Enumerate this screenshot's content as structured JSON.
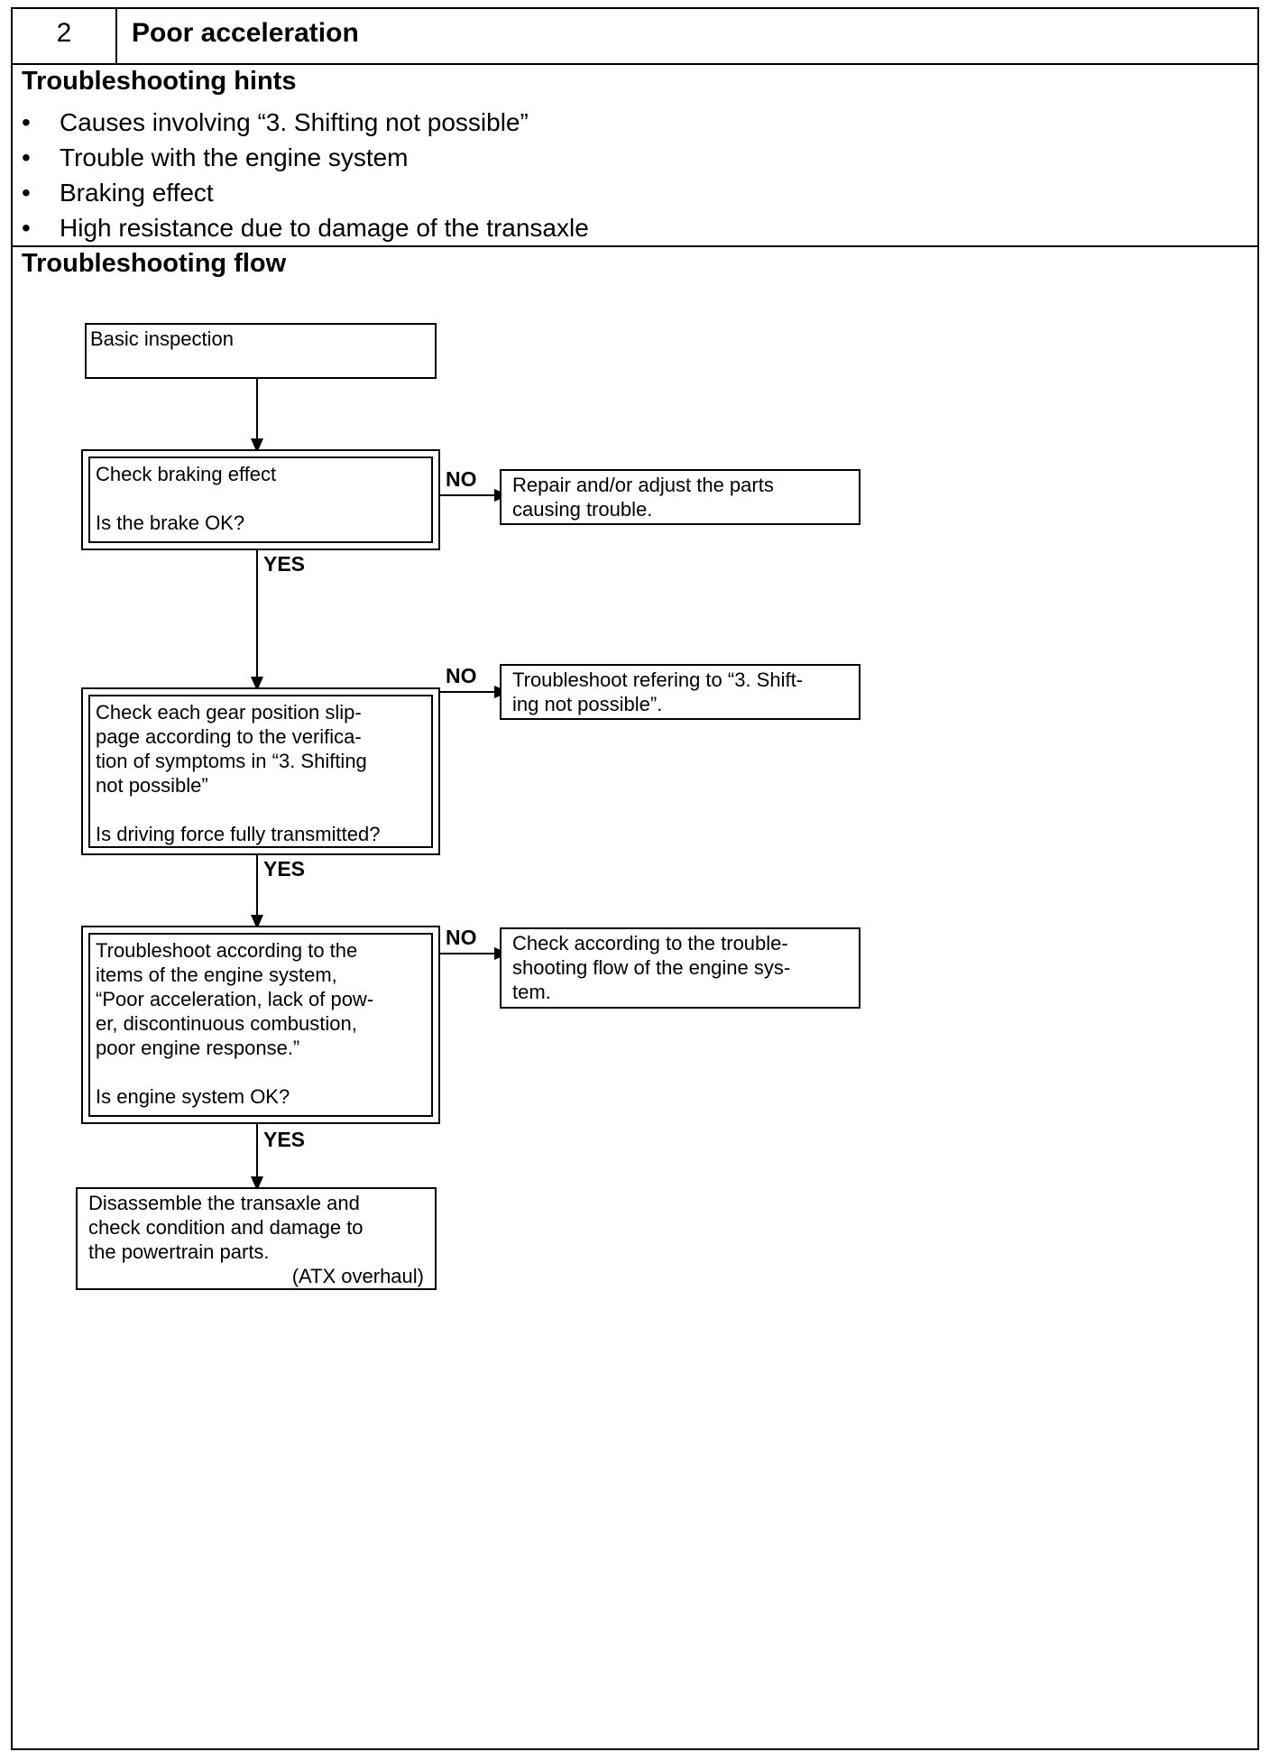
{
  "header": {
    "number": "2",
    "title": "Poor acceleration"
  },
  "hints": {
    "title": "Troubleshooting hints",
    "bullet": "•",
    "items": [
      "Causes involving “3. Shifting not possible”",
      "Trouble with the engine system",
      "Braking effect",
      "High resistance due to damage of the transaxle"
    ]
  },
  "flow": {
    "title": "Troubleshooting flow",
    "basic": "Basic inspection",
    "step1": {
      "text": "Check braking effect\n\nIs the brake OK?",
      "no_action": "Repair and/or adjust the parts\ncausing trouble."
    },
    "step2": {
      "text": "Check each gear position slip-\npage according to the verifica-\ntion of symptoms in “3. Shifting\nnot possible”\n\nIs driving force fully transmitted?",
      "no_action": "Troubleshoot refering to “3. Shift-\ning not possible”."
    },
    "step3": {
      "text": "Troubleshoot according to the\nitems of the engine system,\n“Poor acceleration, lack of pow-\ner, discontinuous combustion,\npoor engine response.”\n\nIs engine system OK?",
      "no_action": "Check according to the trouble-\nshooting flow of the engine sys-\ntem."
    },
    "final": {
      "text": "Disassemble the transaxle and\ncheck condition and damage to\nthe powertrain parts.",
      "note": "(ATX overhaul)"
    },
    "yes_label": "YES",
    "no_label": "NO"
  }
}
